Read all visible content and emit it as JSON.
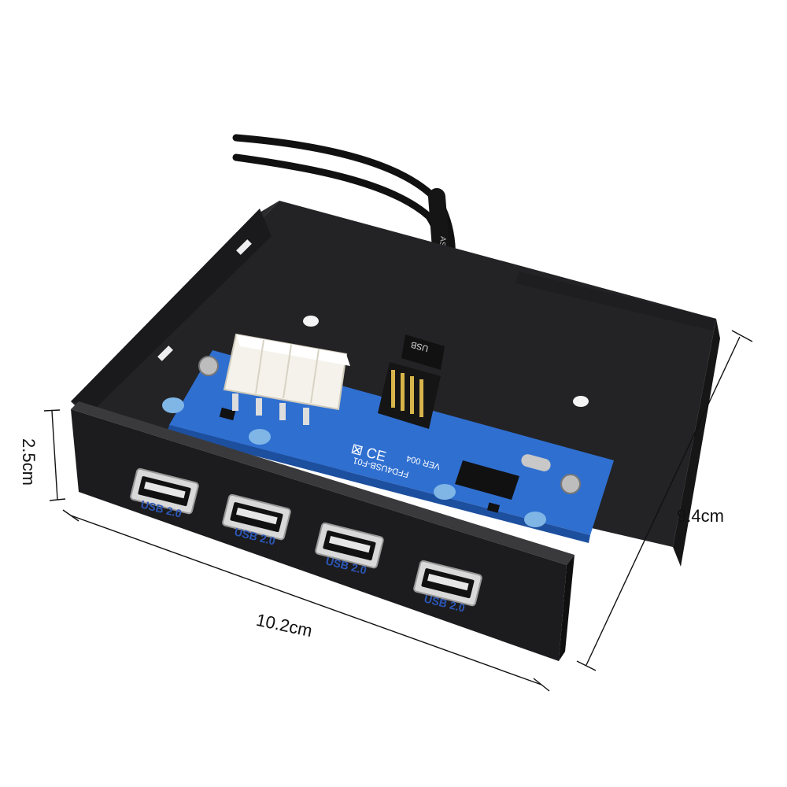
{
  "product": {
    "port_label": "USB 2.0",
    "header_label": "USB",
    "board_model": "FFD4USB-F01",
    "board_version": "VER 004",
    "cable_marking": "ASPH"
  },
  "dimensions": {
    "width": "10.2cm",
    "depth": "9.4cm",
    "height": "2.5cm"
  },
  "colors": {
    "bracket": "#1c1c1e",
    "pcb": "#2f6fd0",
    "usb_label": "#2c57b8",
    "molex": "#f4f2ea"
  }
}
